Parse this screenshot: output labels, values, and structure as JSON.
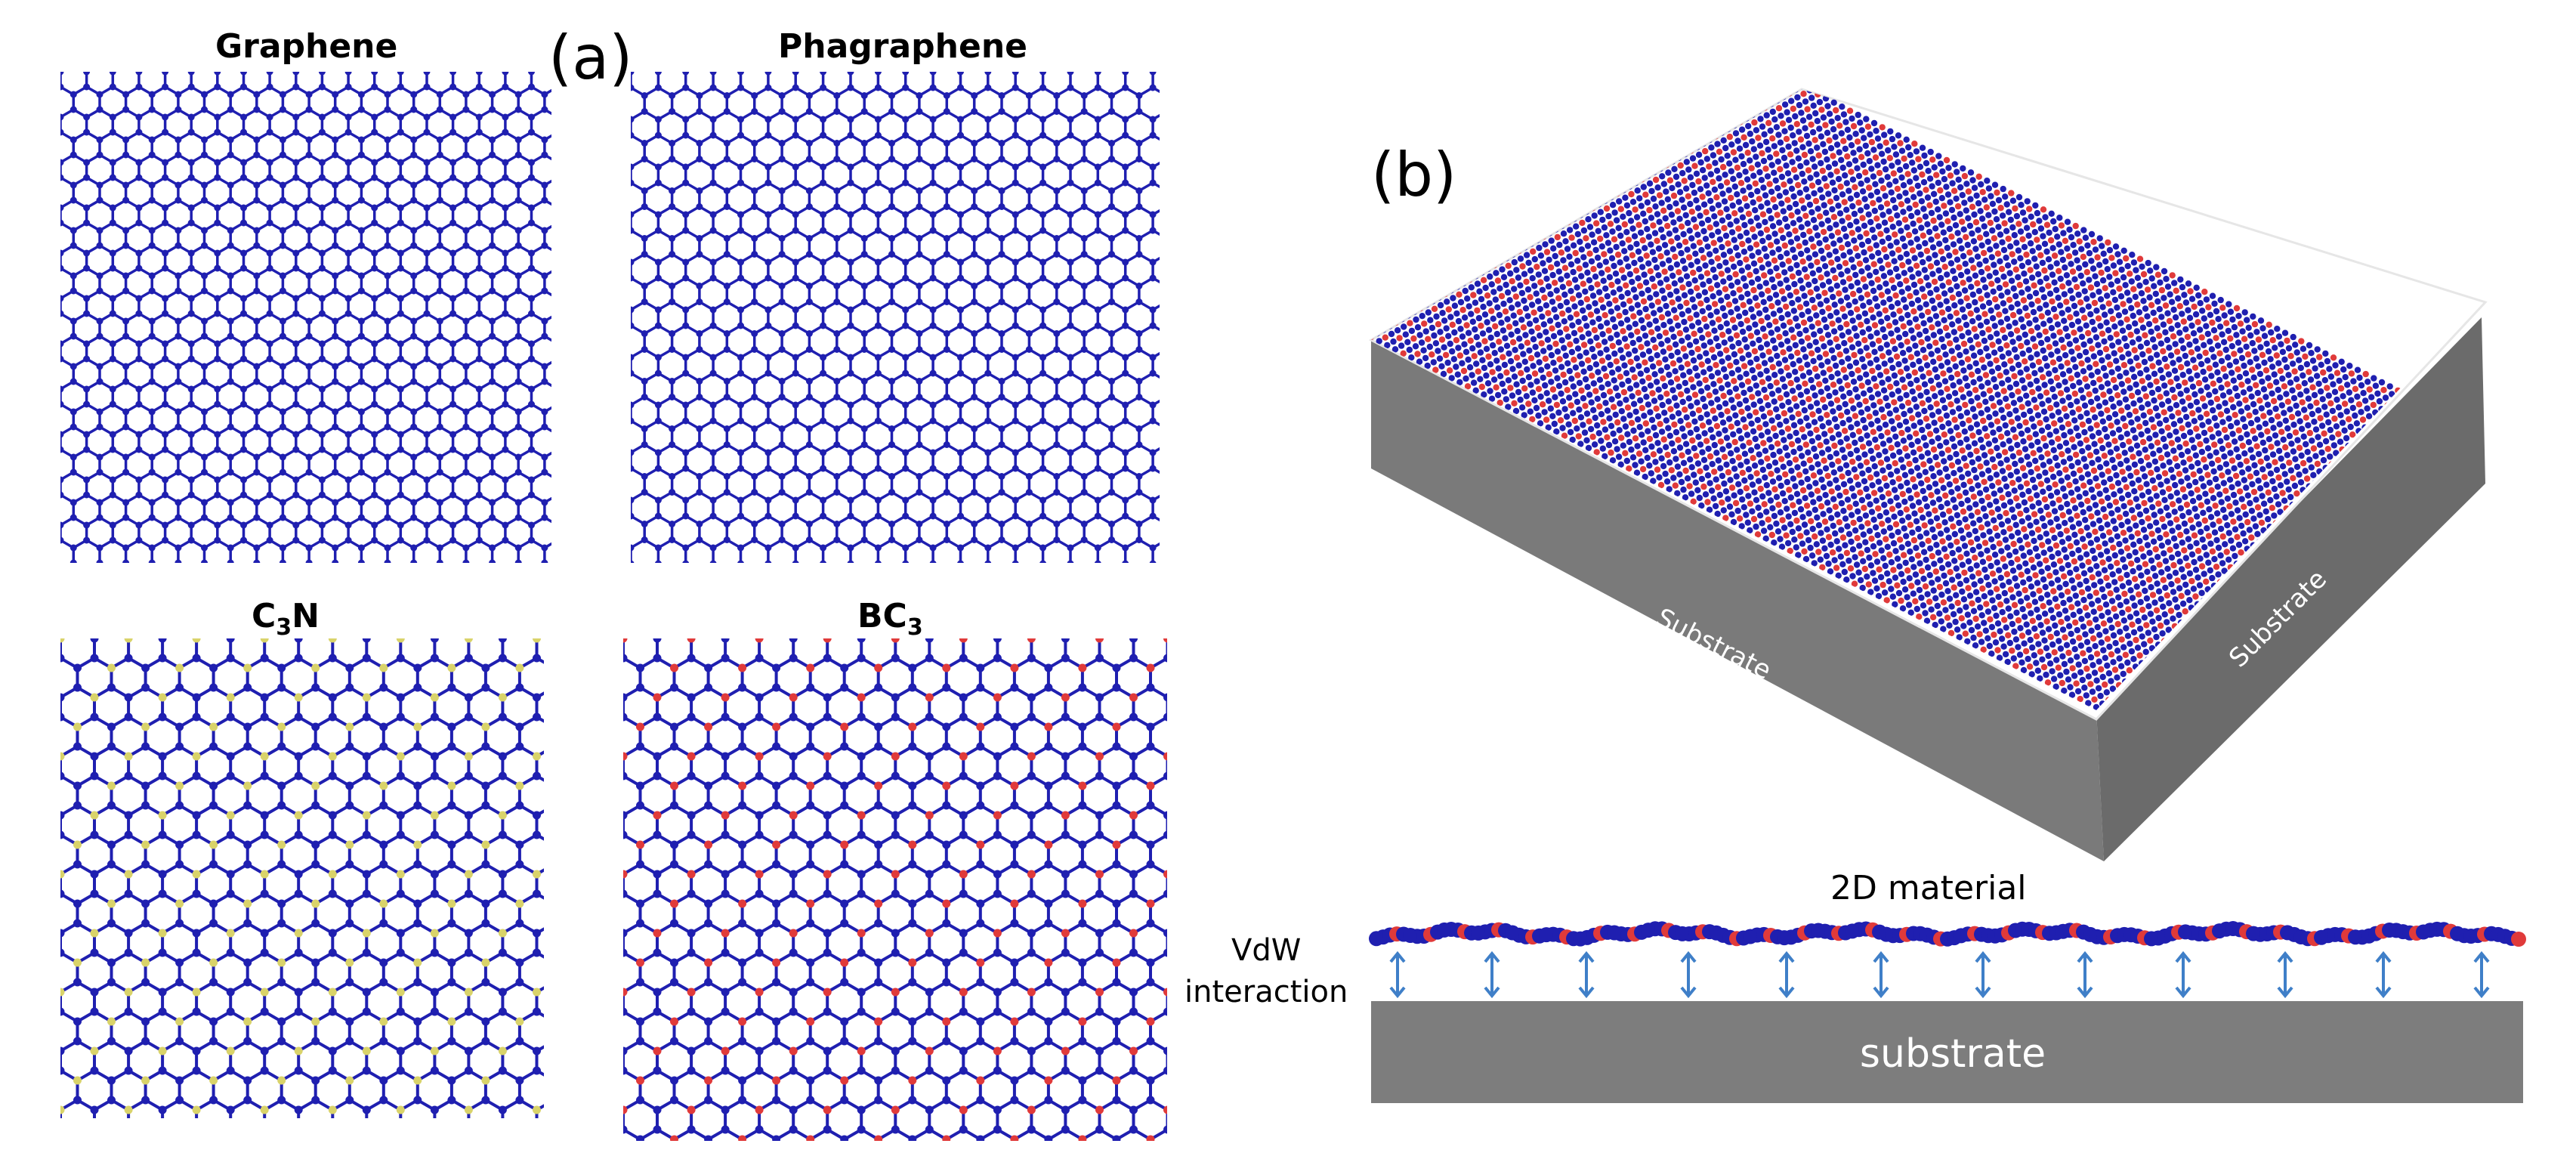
{
  "panels": {
    "a": {
      "letter": "(a)",
      "lattices": [
        {
          "id": "graphene",
          "title": "Graphene",
          "dopant": "",
          "dopant_color": "",
          "style": "graphene"
        },
        {
          "id": "phagraphene",
          "title": "Phagraphene",
          "dopant": "",
          "dopant_color": "",
          "style": "phagraphene"
        },
        {
          "id": "c3n",
          "title_parts": [
            "C",
            "3",
            "N"
          ],
          "dopant": "N",
          "dopant_color": "#d9d36a",
          "style": "c3n"
        },
        {
          "id": "bc3",
          "title_parts": [
            "BC",
            "3",
            ""
          ],
          "dopant": "B",
          "dopant_color": "#e03a3a",
          "style": "bc3"
        }
      ]
    },
    "b": {
      "letter": "(b)",
      "substrate_label_front": "Substrate",
      "substrate_label_side": "Substrate",
      "material_label": "2D material",
      "interaction_label_line1": "VdW",
      "interaction_label_line2": "interaction",
      "substrate_bar_label": "substrate"
    }
  },
  "colors": {
    "carbon": "#1f1fb0",
    "boron": "#e03a3a",
    "nitrogen": "#d9d36a",
    "substrate": "#7d7d7d",
    "substrate_dark": "#6a6a6a",
    "arrow": "#3f7fc8"
  }
}
